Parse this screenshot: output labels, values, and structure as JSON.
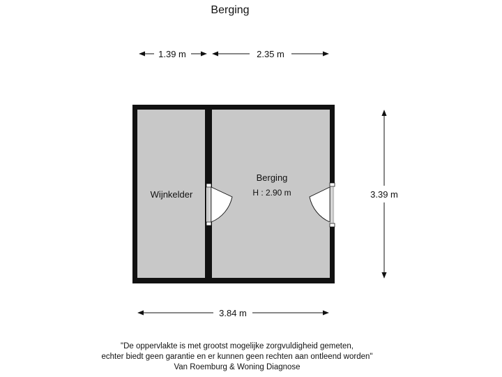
{
  "title": "Berging",
  "dimensions": {
    "top_left": "1.39 m",
    "top_right": "2.35 m",
    "right": "3.39 m",
    "bottom": "3.84 m"
  },
  "rooms": [
    {
      "name": "Wijnkelder",
      "height": ""
    },
    {
      "name": "Berging",
      "height": "H : 2.90 m"
    }
  ],
  "disclaimer": {
    "line1": "\"De oppervlakte is met grootst mogelijke zorgvuldigheid gemeten,",
    "line2": "echter biedt geen garantie en er kunnen geen rechten aan ontleend worden\"",
    "line3": "Van Roemburg & Woning Diagnose"
  },
  "colors": {
    "wall": "#111111",
    "floor": "#c8c8c8",
    "dimension_line": "#111111"
  }
}
